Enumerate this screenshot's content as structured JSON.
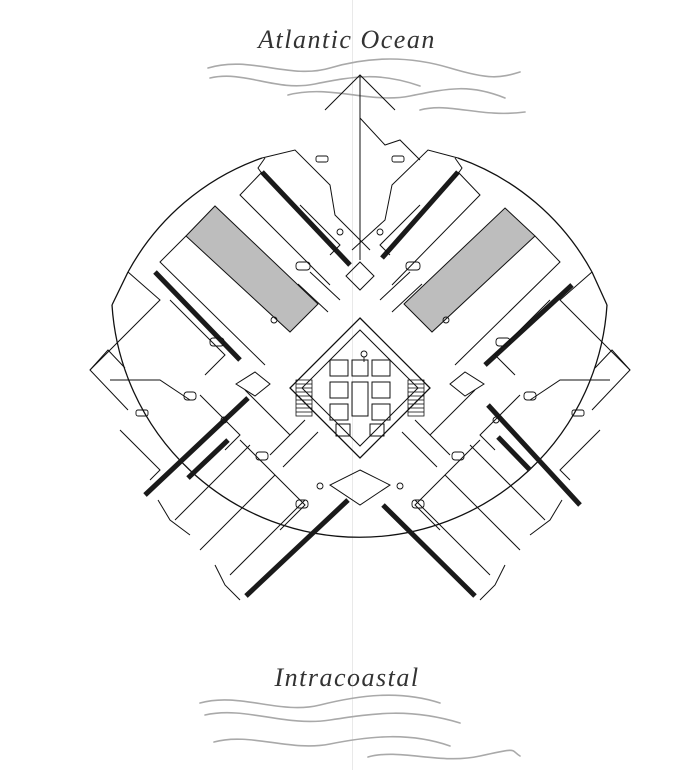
{
  "labels": {
    "top": "Atlantic Ocean",
    "bottom": "Intracoastal"
  },
  "colors": {
    "ink": "#111111",
    "wall": "#1a1a1a",
    "highlight": "#bdbdbd",
    "wave": "#a9a9a9",
    "background": "#ffffff"
  },
  "icons": {
    "waves": "wave-lines",
    "elevator": "elevator-symbol"
  }
}
